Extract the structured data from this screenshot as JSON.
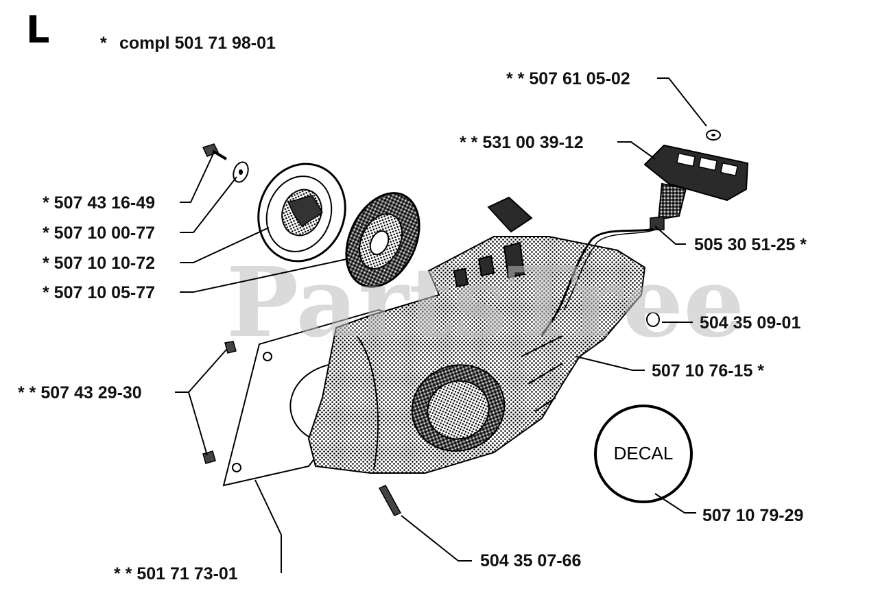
{
  "section_letter": "L",
  "assembly": {
    "prefix": "*",
    "text": "compl 501 71 98-01"
  },
  "watermark": "PartsTree",
  "decal_text": "DECAL",
  "parts": [
    {
      "id": "p1",
      "prefix": "* *",
      "number": "507 61 05-02",
      "suffix": ""
    },
    {
      "id": "p2",
      "prefix": "* *",
      "number": "531 00 39-12",
      "suffix": ""
    },
    {
      "id": "p3",
      "prefix": "*",
      "number": "507 43 16-49",
      "suffix": ""
    },
    {
      "id": "p4",
      "prefix": "*",
      "number": "507 10 00-77",
      "suffix": ""
    },
    {
      "id": "p5",
      "prefix": "*",
      "number": "507 10 10-72",
      "suffix": ""
    },
    {
      "id": "p6",
      "prefix": "*",
      "number": "507 10 05-77",
      "suffix": ""
    },
    {
      "id": "p7",
      "prefix": "",
      "number": "505 30 51-25",
      "suffix": "*"
    },
    {
      "id": "p8",
      "prefix": "",
      "number": "504 35 09-01",
      "suffix": ""
    },
    {
      "id": "p9",
      "prefix": "",
      "number": "507 10 76-15",
      "suffix": "*"
    },
    {
      "id": "p10",
      "prefix": "* *",
      "number": "507 43 29-30",
      "suffix": ""
    },
    {
      "id": "p11",
      "prefix": "",
      "number": "507 10 79-29",
      "suffix": ""
    },
    {
      "id": "p12",
      "prefix": "",
      "number": "504 35 07-66",
      "suffix": ""
    },
    {
      "id": "p13",
      "prefix": "* *",
      "number": "501 71 73-01",
      "suffix": ""
    }
  ]
}
